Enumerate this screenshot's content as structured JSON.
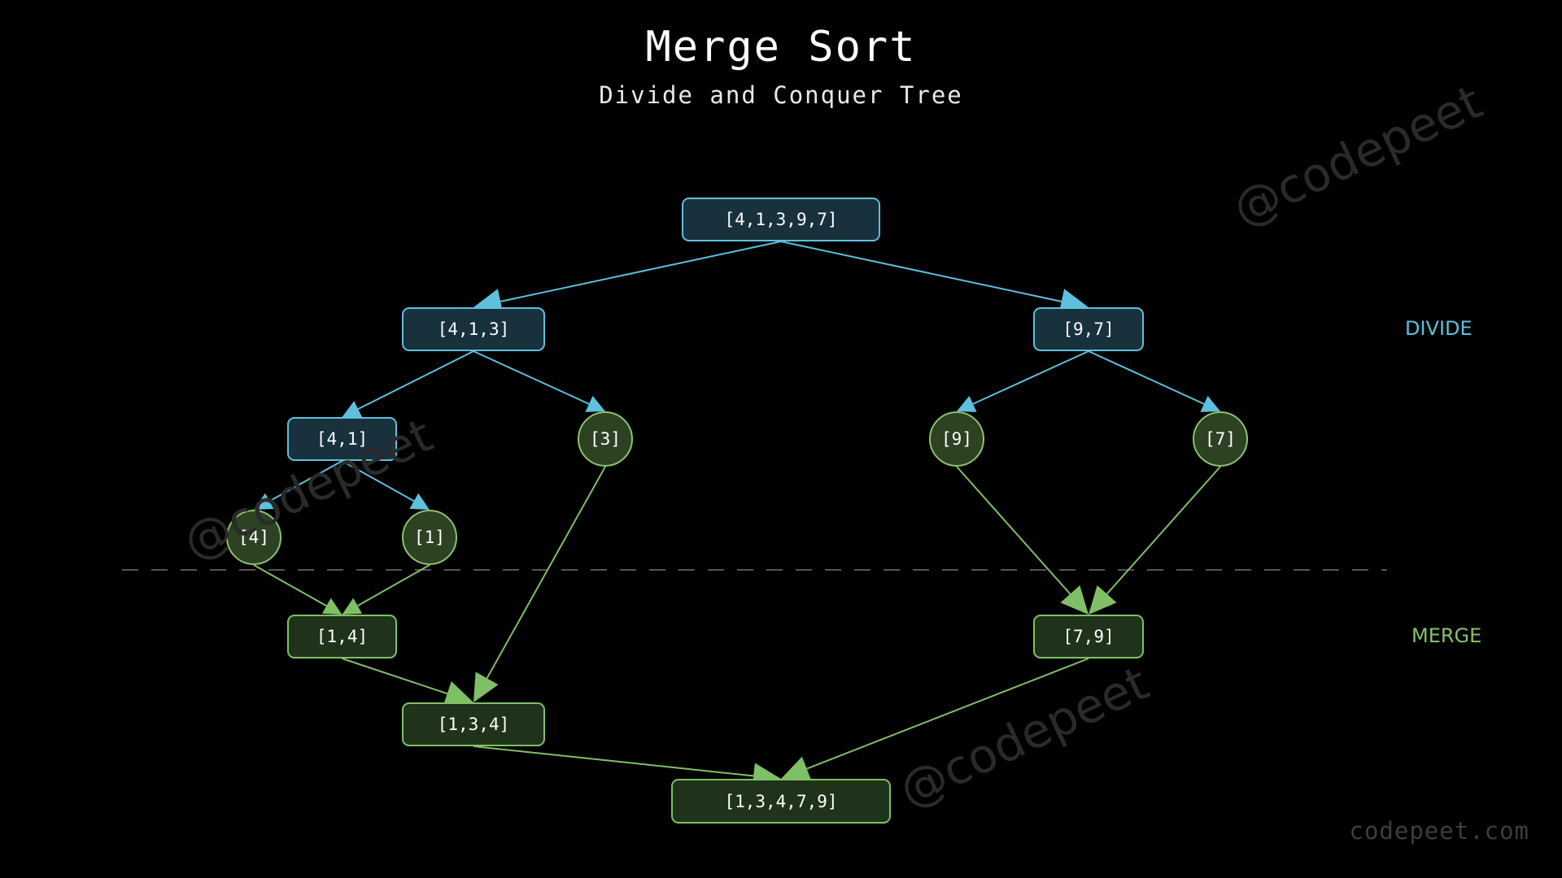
{
  "title": "Merge Sort",
  "subtitle": "Divide and Conquer Tree",
  "phases": {
    "divide": "DIVIDE",
    "merge": "MERGE"
  },
  "watermark": "@codepeet",
  "footer": "codepeet.com",
  "colors": {
    "divide_stroke": "#5ec0dd",
    "divide_fill": "#18313c",
    "merge_stroke": "#7fc067",
    "merge_fill": "#1f331b",
    "leaf_fill": "#2c4222",
    "background": "#000000",
    "separator": "#555555"
  },
  "nodes": {
    "root": "[4,1,3,9,7]",
    "left": "[4,1,3]",
    "right": "[9,7]",
    "left_left": "[4,1]",
    "leaf_3": "[3]",
    "leaf_9": "[9]",
    "leaf_7": "[7]",
    "leaf_4": "[4]",
    "leaf_1": "[1]",
    "merged_14": "[1,4]",
    "merged_79": "[7,9]",
    "merged_134": "[1,3,4]",
    "result": "[1,3,4,7,9]"
  },
  "edges": [
    {
      "from": "root",
      "to": "left",
      "phase": "divide"
    },
    {
      "from": "root",
      "to": "right",
      "phase": "divide"
    },
    {
      "from": "left",
      "to": "left_left",
      "phase": "divide"
    },
    {
      "from": "left",
      "to": "leaf_3",
      "phase": "divide"
    },
    {
      "from": "right",
      "to": "leaf_9",
      "phase": "divide"
    },
    {
      "from": "right",
      "to": "leaf_7",
      "phase": "divide"
    },
    {
      "from": "left_left",
      "to": "leaf_4",
      "phase": "divide"
    },
    {
      "from": "left_left",
      "to": "leaf_1",
      "phase": "divide"
    },
    {
      "from": "leaf_4",
      "to": "merged_14",
      "phase": "merge"
    },
    {
      "from": "leaf_1",
      "to": "merged_14",
      "phase": "merge"
    },
    {
      "from": "leaf_9",
      "to": "merged_79",
      "phase": "merge"
    },
    {
      "from": "leaf_7",
      "to": "merged_79",
      "phase": "merge"
    },
    {
      "from": "merged_14",
      "to": "merged_134",
      "phase": "merge"
    },
    {
      "from": "leaf_3",
      "to": "merged_134",
      "phase": "merge"
    },
    {
      "from": "merged_134",
      "to": "result",
      "phase": "merge"
    },
    {
      "from": "merged_79",
      "to": "result",
      "phase": "merge"
    }
  ]
}
